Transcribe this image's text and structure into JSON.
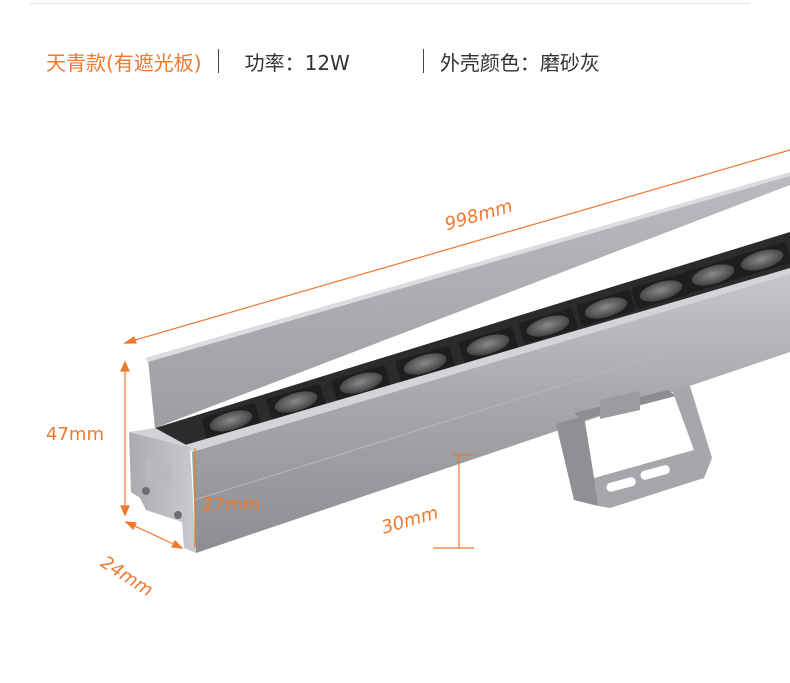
{
  "header": {
    "variant": "天青款(有遮光板)",
    "power": "功率：12W",
    "housing_color": "外壳颜色：磨砂灰"
  },
  "dimensions": {
    "length": "998mm",
    "height_total": "47mm",
    "height_body": "27mm",
    "width": "24mm",
    "bracket_height": "30mm"
  },
  "colors": {
    "accent": "#f0782d",
    "housing": "#a2a4a8",
    "lens_face": "#2a2a2a"
  },
  "product": {
    "name_icon": "wall-washer-light-bar",
    "lens_count": 12
  }
}
